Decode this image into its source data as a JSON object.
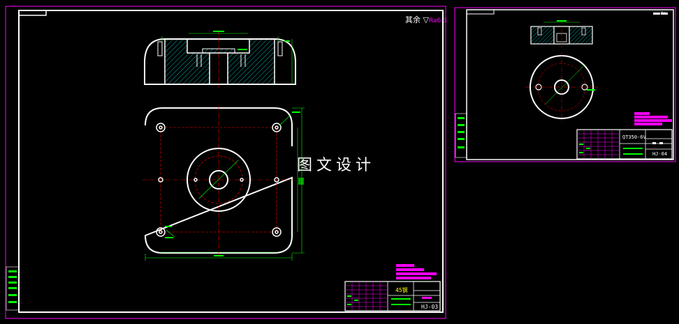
{
  "drawing_1": {
    "roughness_note": "其余",
    "roughness_symbol": "▽",
    "roughness_value": "Ra6.3",
    "material": "45钢",
    "drawing_number": "HJ-03"
  },
  "drawing_2": {
    "material": "QT350-6V",
    "drawing_number": "HJ-04",
    "corner_note": "Ra"
  },
  "watermark": "图文设计",
  "colors": {
    "outline": "#ffffff",
    "border": "#ff00ff",
    "dimension": "#00ff00",
    "centerline": "#ff0000",
    "hatch": "#00ffff",
    "title_block_fill": "#ff00ff"
  }
}
